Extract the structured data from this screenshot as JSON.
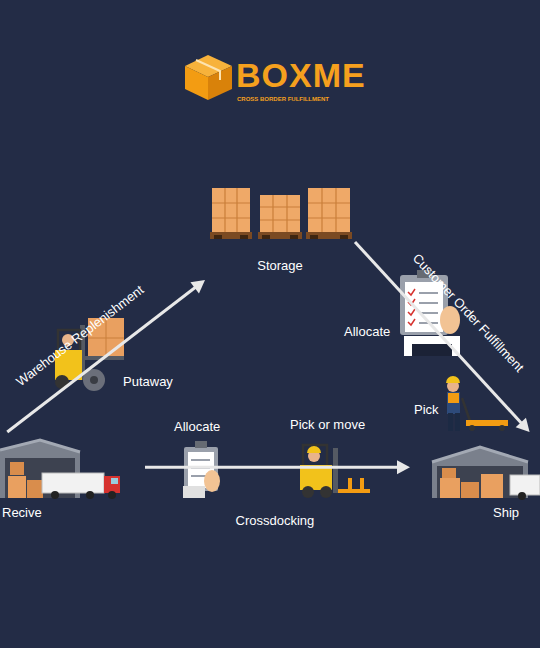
{
  "diagram": {
    "title": "BOXME",
    "nodes": [
      {
        "text": [
          "Storage"
        ]
      },
      {
        "text": [
          "Recive"
        ]
      },
      {
        "text": [
          "Ship"
        ]
      }
    ],
    "edges": [
      {
        "from": 1,
        "to": 0,
        "arrow": "to",
        "label": "Warehouse Replenishment"
      },
      {
        "from": 0,
        "to": 2,
        "arrow": "to",
        "label": "Customer Order Fulfillment"
      },
      {
        "from": 1,
        "to": 2,
        "arrow": "to",
        "label": "Crossdocking"
      }
    ],
    "labels": [
      "CROSS BORDER FULFILLMENT",
      "Allocate",
      "Putaway",
      "Pick",
      "Allocate",
      "Pick or move"
    ]
  }
}
